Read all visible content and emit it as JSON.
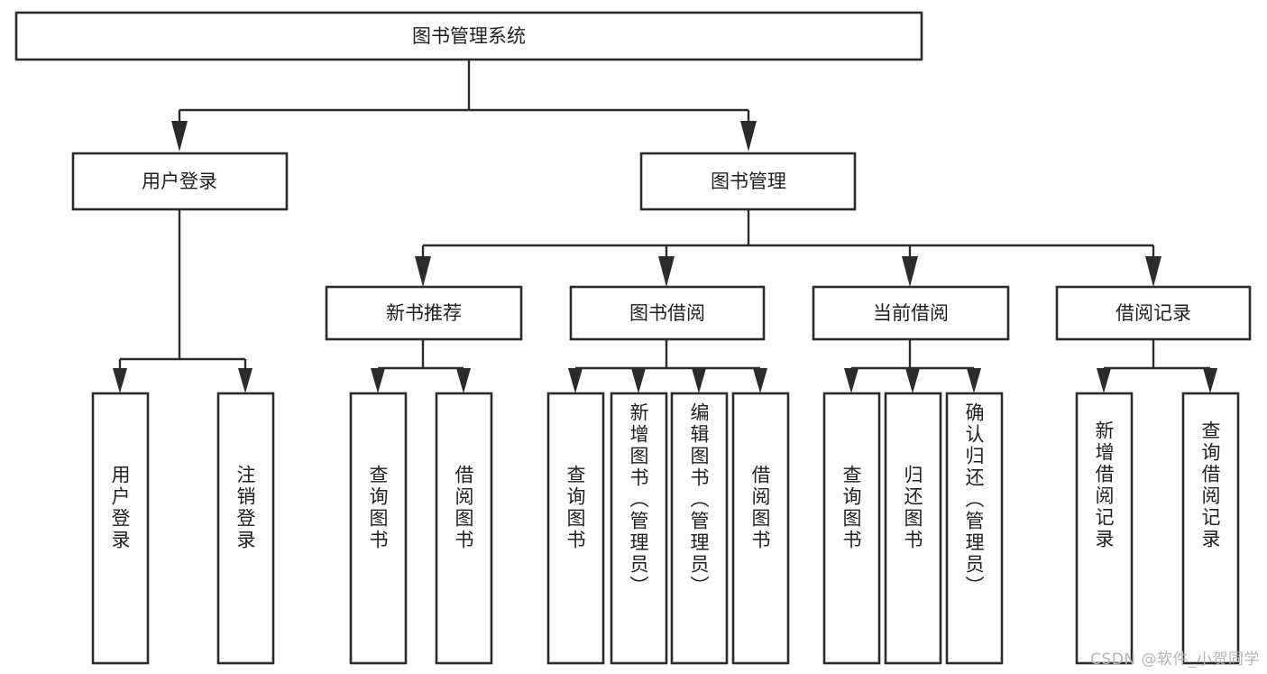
{
  "diagram": {
    "type": "tree",
    "title": "图书管理系统",
    "watermark": "CSDN @软件_小贺同学",
    "colors": {
      "box_fill": "#ffffff",
      "box_stroke": "#2b2b2b",
      "text": "#1f1f1f",
      "watermark": "#b6b6b6",
      "background": "#ffffff"
    },
    "nodes": {
      "root": {
        "label": "图书管理系统",
        "orientation": "horizontal"
      },
      "l1": [
        {
          "id": "user-login",
          "label": "用户登录",
          "orientation": "horizontal"
        },
        {
          "id": "book-manage",
          "label": "图书管理",
          "orientation": "horizontal"
        }
      ],
      "l2": [
        {
          "id": "new-book-recommend",
          "label": "新书推荐",
          "orientation": "horizontal"
        },
        {
          "id": "book-borrow",
          "label": "图书借阅",
          "orientation": "horizontal"
        },
        {
          "id": "current-borrow",
          "label": "当前借阅",
          "orientation": "horizontal"
        },
        {
          "id": "borrow-record",
          "label": "借阅记录",
          "orientation": "horizontal"
        }
      ],
      "leaves": {
        "user-login": [
          {
            "id": "leaf-user-login",
            "label": "用户登录",
            "orientation": "vertical"
          },
          {
            "id": "leaf-logout",
            "label": "注销登录",
            "orientation": "vertical"
          }
        ],
        "new-book-recommend": [
          {
            "id": "leaf-query-book-1",
            "label": "查询图书",
            "orientation": "vertical"
          },
          {
            "id": "leaf-borrow-book-1",
            "label": "借阅图书",
            "orientation": "vertical"
          }
        ],
        "book-borrow": [
          {
            "id": "leaf-query-book-2",
            "label": "查询图书",
            "orientation": "vertical"
          },
          {
            "id": "leaf-add-book",
            "label": "新增图书（管理员）",
            "orientation": "vertical"
          },
          {
            "id": "leaf-edit-book",
            "label": "编辑图书（管理员）",
            "orientation": "vertical"
          },
          {
            "id": "leaf-borrow-book-2",
            "label": "借阅图书",
            "orientation": "vertical"
          }
        ],
        "current-borrow": [
          {
            "id": "leaf-query-book-3",
            "label": "查询图书",
            "orientation": "vertical"
          },
          {
            "id": "leaf-return-book",
            "label": "归还图书",
            "orientation": "vertical"
          },
          {
            "id": "leaf-confirm-return",
            "label": "确认归还（管理员）",
            "orientation": "vertical"
          }
        ],
        "borrow-record": [
          {
            "id": "leaf-add-record",
            "label": "新增借阅记录",
            "orientation": "vertical"
          },
          {
            "id": "leaf-query-record",
            "label": "查询借阅记录",
            "orientation": "vertical"
          }
        ]
      }
    }
  }
}
